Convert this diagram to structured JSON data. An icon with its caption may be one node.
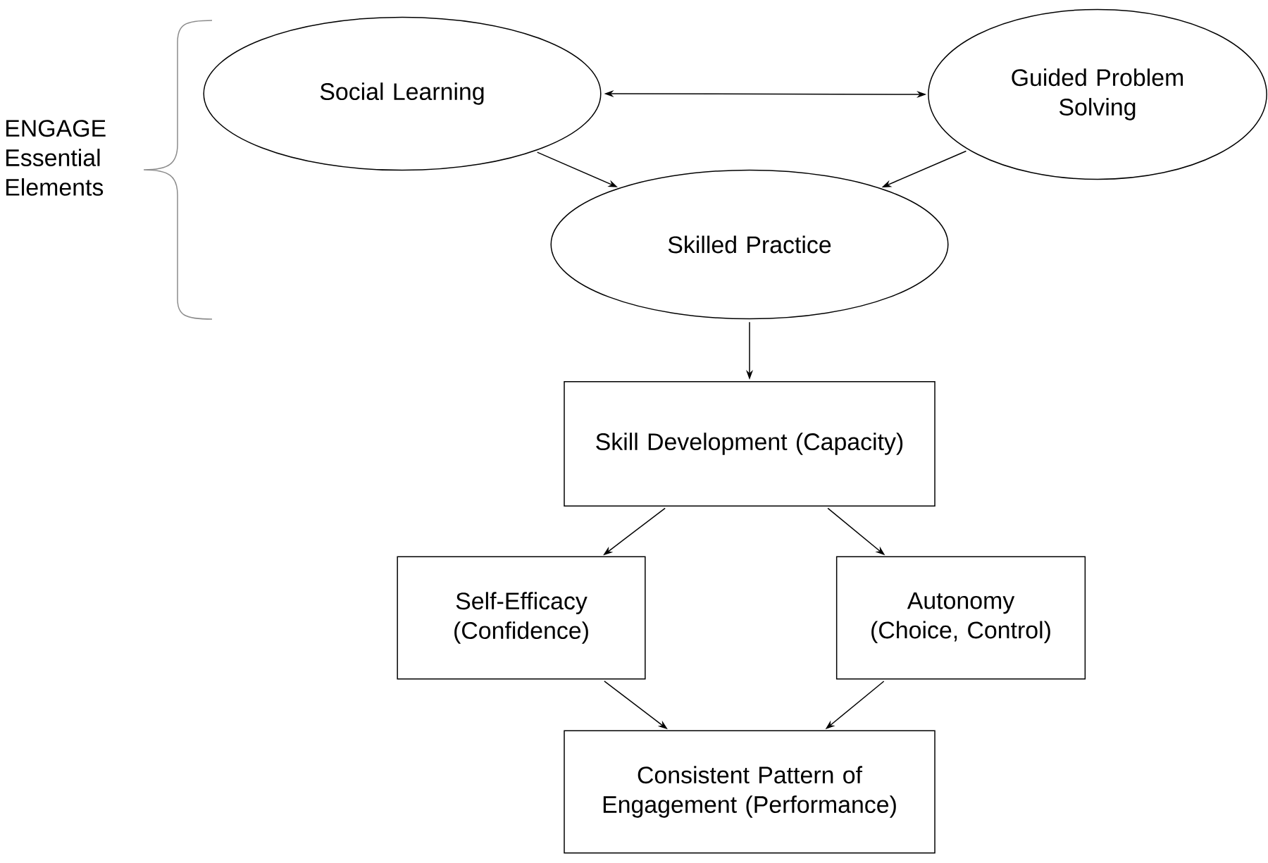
{
  "diagram": {
    "nodes": [
      {
        "text": [
          "Social Learning"
        ]
      },
      {
        "text": [
          "Guided Problem Solving"
        ]
      },
      {
        "text": [
          "Skilled Practice"
        ]
      },
      {
        "text": [
          "Skill Development (Capacity)"
        ]
      },
      {
        "text": [
          "Self-Efficacy (Confidence)"
        ]
      },
      {
        "text": [
          "Autonomy (Choice, Control)"
        ]
      },
      {
        "text": [
          "Consistent Pattern of Engagement (Performance)"
        ]
      }
    ],
    "edges": [
      {
        "from": 0,
        "to": 1,
        "arrow": "both"
      },
      {
        "from": 0,
        "to": 2,
        "arrow": "to"
      },
      {
        "from": 1,
        "to": 2,
        "arrow": "to"
      },
      {
        "from": 2,
        "to": 3,
        "arrow": "to"
      },
      {
        "from": 3,
        "to": 4,
        "arrow": "to"
      },
      {
        "from": 3,
        "to": 5,
        "arrow": "to"
      },
      {
        "from": 4,
        "to": 6,
        "arrow": "to"
      },
      {
        "from": 5,
        "to": 6,
        "arrow": "to"
      }
    ],
    "labels": [
      "ENGAGE Essential Elements"
    ]
  }
}
